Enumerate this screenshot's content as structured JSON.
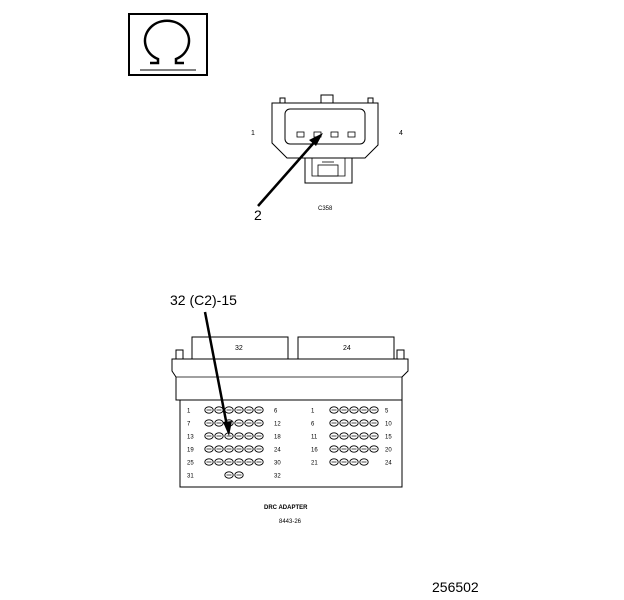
{
  "ohm_symbol": {
    "glyph": "Ω",
    "icon": "ohmmeter-icon"
  },
  "sensor_connector": {
    "pin_left": "1",
    "pin_right": "4",
    "callout": "2",
    "name": "C358"
  },
  "adapter": {
    "callout": "32 (C2)-15",
    "header_left": "32",
    "header_right": "24",
    "left_block_labels": [
      {
        "left": "1",
        "right": "6",
        "holes": 6
      },
      {
        "left": "7",
        "right": "12",
        "holes": 6
      },
      {
        "left": "13",
        "right": "18",
        "holes": 6
      },
      {
        "left": "19",
        "right": "24",
        "holes": 6
      },
      {
        "left": "25",
        "right": "30",
        "holes": 6
      },
      {
        "left": "31",
        "right": "32",
        "holes": 2
      }
    ],
    "right_block_labels": [
      {
        "left": "1",
        "right": "5",
        "holes": 5
      },
      {
        "left": "6",
        "right": "10",
        "holes": 5
      },
      {
        "left": "11",
        "right": "15",
        "holes": 5
      },
      {
        "left": "16",
        "right": "20",
        "holes": 5
      },
      {
        "left": "21",
        "right": "24",
        "holes": 4
      }
    ],
    "title": "DRC ADAPTER",
    "part_number": "8443-26"
  },
  "figure_id": "256502"
}
